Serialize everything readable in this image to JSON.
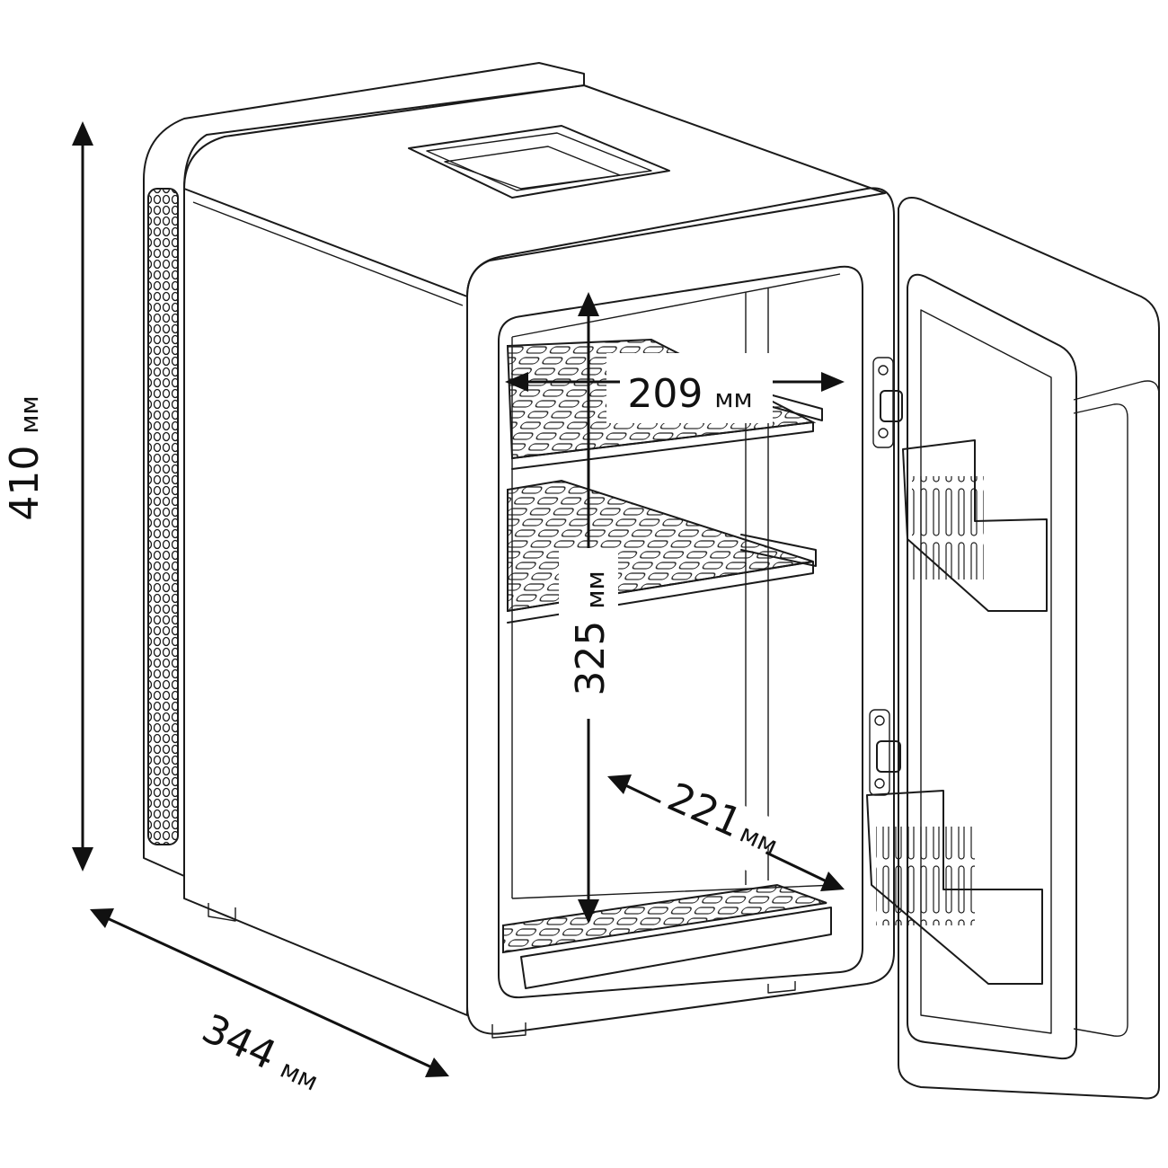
{
  "dimensions": {
    "height": {
      "value": "410",
      "unit": "мм"
    },
    "depth": {
      "value": "344",
      "unit": "мм"
    },
    "inner_width": {
      "value": "209",
      "unit": "мм"
    },
    "inner_height": {
      "value": "325",
      "unit": "мм"
    },
    "inner_depth": {
      "value": "221",
      "unit": "мм"
    }
  },
  "colors": {
    "line": "#1a1a1a",
    "background": "#ffffff"
  }
}
